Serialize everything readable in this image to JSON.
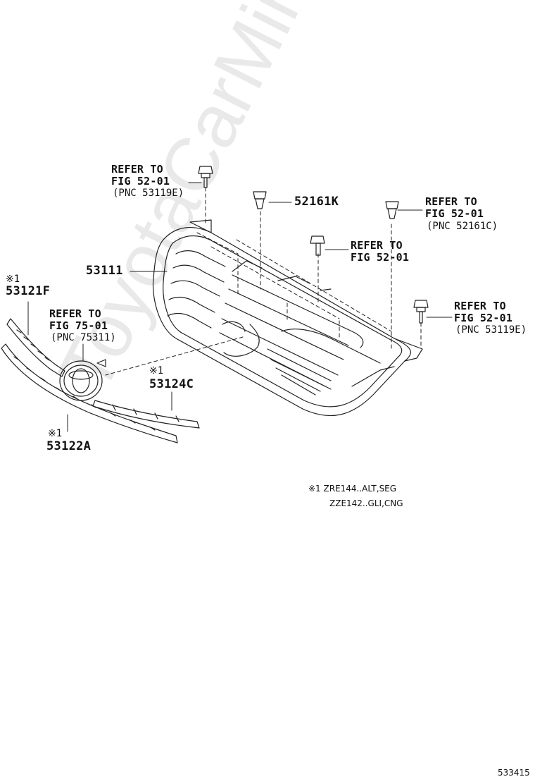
{
  "watermark": "ToyotaCarMine.ru",
  "figure_id": "533415",
  "callouts": {
    "top_left": {
      "line1": "REFER TO",
      "line2": "FIG 52-01",
      "line3": "(PNC 53119E)"
    },
    "clip_mid": {
      "part": "52161K"
    },
    "top_right": {
      "line1": "REFER TO",
      "line2": "FIG 52-01",
      "line3": "(PNC 52161C)"
    },
    "bolt_mid": {
      "line1": "REFER TO",
      "line2": "FIG 52-01"
    },
    "right": {
      "line1": "REFER TO",
      "line2": "FIG 52-01",
      "line3": "(PNC 53119E)"
    },
    "emblem": {
      "line1": "REFER TO",
      "line2": "FIG 75-01",
      "line3": "(PNC 75311)"
    }
  },
  "parts": {
    "grille": "53111",
    "upper_molding": {
      "mark": "※1",
      "number": "53121F"
    },
    "lower_molding": {
      "mark": "※1",
      "number": "53124C"
    },
    "outer_molding": {
      "mark": "※1",
      "number": "53122A"
    }
  },
  "notes": {
    "line1": "※1 ZRE144..ALT,SEG",
    "line2": "ZZE142..GLI,CNG"
  }
}
